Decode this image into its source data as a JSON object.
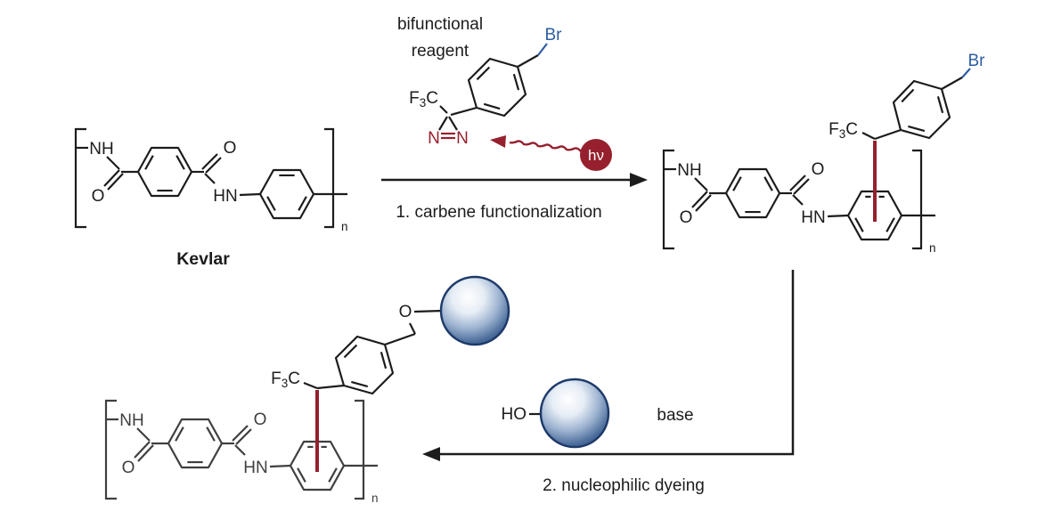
{
  "colors": {
    "ink": "#1c1c1c",
    "muted-ink": "#3f3f42",
    "maroon": "#96202d",
    "blue": "#2d5da1",
    "sphere-dark": "#1d3a6a"
  },
  "labels": {
    "polymer_name": "Kevlar",
    "reagent_line1": "bifunctional",
    "reagent_line2": "reagent",
    "step1": "1. carbene functionalization",
    "step2": "2. nucleophilic dyeing",
    "light": "hν",
    "base": "base"
  },
  "atoms": {
    "NH": "NH",
    "HN": "HN",
    "O": "O",
    "N": "N",
    "n": "n",
    "Br": "Br",
    "HO": "HO",
    "F": "F",
    "sub3": "3",
    "C": "C"
  }
}
